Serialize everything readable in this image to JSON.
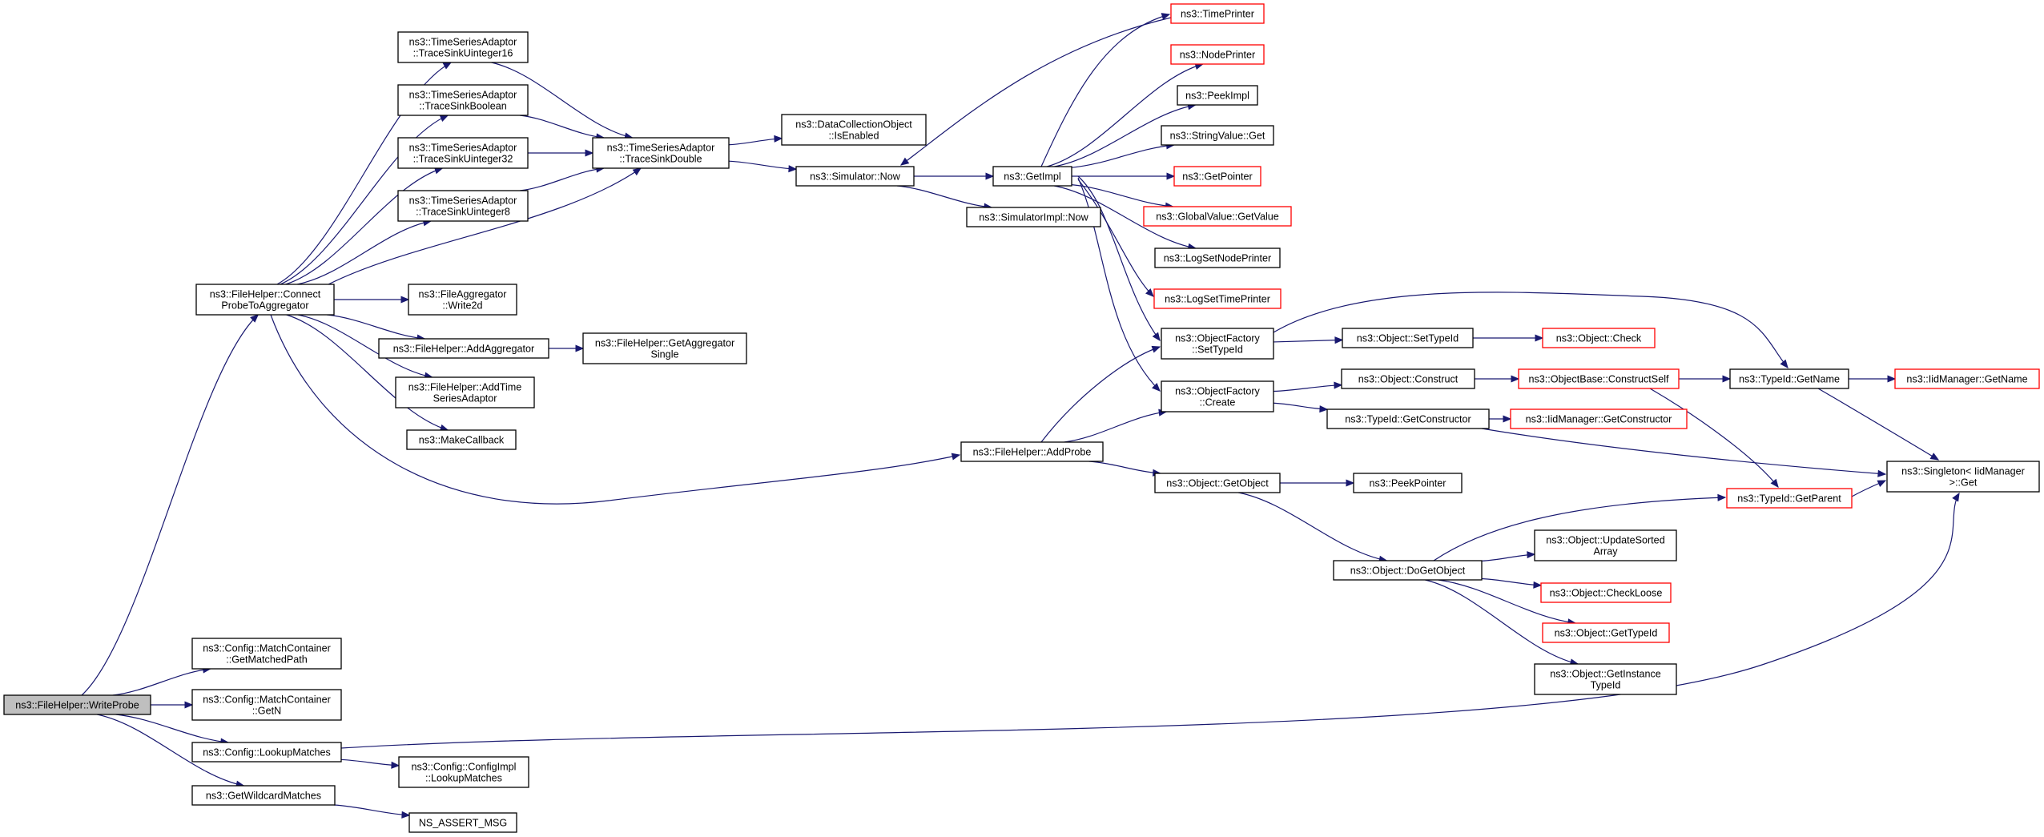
{
  "diagram": {
    "colors": {
      "edge": "#191970",
      "border_normal": "#000000",
      "border_truncated": "#ff0000",
      "fill_normal": "#ffffff",
      "fill_root": "#bfbfbf"
    },
    "nodes": [
      {
        "id": "writeprobe",
        "lines": [
          "ns3::FileHelper::WriteProbe"
        ],
        "kind": "root"
      },
      {
        "id": "connect",
        "lines": [
          "ns3::FileHelper::Connect",
          "ProbeToAggregator"
        ],
        "kind": "normal"
      },
      {
        "id": "getmatchedpath",
        "lines": [
          "ns3::Config::MatchContainer",
          "::GetMatchedPath"
        ],
        "kind": "normal"
      },
      {
        "id": "getn",
        "lines": [
          "ns3::Config::MatchContainer",
          "::GetN"
        ],
        "kind": "normal"
      },
      {
        "id": "lookupmatches",
        "lines": [
          "ns3::Config::LookupMatches"
        ],
        "kind": "normal"
      },
      {
        "id": "getwildcard",
        "lines": [
          "ns3::GetWildcardMatches"
        ],
        "kind": "normal"
      },
      {
        "id": "ts16",
        "lines": [
          "ns3::TimeSeriesAdaptor",
          "::TraceSinkUinteger16"
        ],
        "kind": "normal"
      },
      {
        "id": "tsbool",
        "lines": [
          "ns3::TimeSeriesAdaptor",
          "::TraceSinkBoolean"
        ],
        "kind": "normal"
      },
      {
        "id": "ts32",
        "lines": [
          "ns3::TimeSeriesAdaptor",
          "::TraceSinkUinteger32"
        ],
        "kind": "normal"
      },
      {
        "id": "ts8",
        "lines": [
          "ns3::TimeSeriesAdaptor",
          "::TraceSinkUinteger8"
        ],
        "kind": "normal"
      },
      {
        "id": "filewrite2d",
        "lines": [
          "ns3::FileAggregator",
          "::Write2d"
        ],
        "kind": "normal"
      },
      {
        "id": "addaggregator",
        "lines": [
          "ns3::FileHelper::AddAggregator"
        ],
        "kind": "normal"
      },
      {
        "id": "addtimeseries",
        "lines": [
          "ns3::FileHelper::AddTime",
          "SeriesAdaptor"
        ],
        "kind": "normal"
      },
      {
        "id": "makecallback",
        "lines": [
          "ns3::MakeCallback"
        ],
        "kind": "normal"
      },
      {
        "id": "configimpl",
        "lines": [
          "ns3::Config::ConfigImpl",
          "::LookupMatches"
        ],
        "kind": "normal"
      },
      {
        "id": "nsassert",
        "lines": [
          "NS_ASSERT_MSG"
        ],
        "kind": "normal"
      },
      {
        "id": "tsdouble",
        "lines": [
          "ns3::TimeSeriesAdaptor",
          "::TraceSinkDouble"
        ],
        "kind": "normal"
      },
      {
        "id": "dcoenabled",
        "lines": [
          "ns3::DataCollectionObject",
          "::IsEnabled"
        ],
        "kind": "normal"
      },
      {
        "id": "simnow",
        "lines": [
          "ns3::Simulator::Now"
        ],
        "kind": "normal"
      },
      {
        "id": "getaggsingle",
        "lines": [
          "ns3::FileHelper::GetAggregator",
          "Single"
        ],
        "kind": "normal"
      },
      {
        "id": "getimpl",
        "lines": [
          "ns3::GetImpl"
        ],
        "kind": "normal"
      },
      {
        "id": "simimplnow",
        "lines": [
          "ns3::SimulatorImpl::Now"
        ],
        "kind": "normal"
      },
      {
        "id": "addprobe",
        "lines": [
          "ns3::FileHelper::AddProbe"
        ],
        "kind": "normal"
      },
      {
        "id": "timeprinter",
        "lines": [
          "ns3::TimePrinter"
        ],
        "kind": "truncated"
      },
      {
        "id": "nodeprinter",
        "lines": [
          "ns3::NodePrinter"
        ],
        "kind": "truncated"
      },
      {
        "id": "peekimpl",
        "lines": [
          "ns3::PeekImpl"
        ],
        "kind": "normal"
      },
      {
        "id": "stringvalueget",
        "lines": [
          "ns3::StringValue::Get"
        ],
        "kind": "normal"
      },
      {
        "id": "getpointer",
        "lines": [
          "ns3::GetPointer"
        ],
        "kind": "truncated"
      },
      {
        "id": "globalvalue",
        "lines": [
          "ns3::GlobalValue::GetValue"
        ],
        "kind": "truncated"
      },
      {
        "id": "logsetnode",
        "lines": [
          "ns3::LogSetNodePrinter"
        ],
        "kind": "normal"
      },
      {
        "id": "logsettime",
        "lines": [
          "ns3::LogSetTimePrinter"
        ],
        "kind": "truncated"
      },
      {
        "id": "ofsettypeid",
        "lines": [
          "ns3::ObjectFactory",
          "::SetTypeId"
        ],
        "kind": "normal"
      },
      {
        "id": "ofcreate",
        "lines": [
          "ns3::ObjectFactory",
          "::Create"
        ],
        "kind": "normal"
      },
      {
        "id": "getobject",
        "lines": [
          "ns3::Object::GetObject"
        ],
        "kind": "normal"
      },
      {
        "id": "objsettypeid",
        "lines": [
          "ns3::Object::SetTypeId"
        ],
        "kind": "normal"
      },
      {
        "id": "objconstruct",
        "lines": [
          "ns3::Object::Construct"
        ],
        "kind": "normal"
      },
      {
        "id": "getconstructor",
        "lines": [
          "ns3::TypeId::GetConstructor"
        ],
        "kind": "normal"
      },
      {
        "id": "peekpointer",
        "lines": [
          "ns3::PeekPointer"
        ],
        "kind": "normal"
      },
      {
        "id": "dogetobject",
        "lines": [
          "ns3::Object::DoGetObject"
        ],
        "kind": "normal"
      },
      {
        "id": "objcheck",
        "lines": [
          "ns3::Object::Check"
        ],
        "kind": "truncated"
      },
      {
        "id": "constructself",
        "lines": [
          "ns3::ObjectBase::ConstructSelf"
        ],
        "kind": "truncated"
      },
      {
        "id": "iidgetconstructor",
        "lines": [
          "ns3::IidManager::GetConstructor"
        ],
        "kind": "truncated"
      },
      {
        "id": "updatesorted",
        "lines": [
          "ns3::Object::UpdateSorted",
          "Array"
        ],
        "kind": "normal"
      },
      {
        "id": "checkloose",
        "lines": [
          "ns3::Object::CheckLoose"
        ],
        "kind": "truncated"
      },
      {
        "id": "objgettypeid",
        "lines": [
          "ns3::Object::GetTypeId"
        ],
        "kind": "truncated"
      },
      {
        "id": "getinstance",
        "lines": [
          "ns3::Object::GetInstance",
          "TypeId"
        ],
        "kind": "normal"
      },
      {
        "id": "typeidgetname",
        "lines": [
          "ns3::TypeId::GetName"
        ],
        "kind": "normal"
      },
      {
        "id": "typeidgetparent",
        "lines": [
          "ns3::TypeId::GetParent"
        ],
        "kind": "truncated"
      },
      {
        "id": "iidgetname",
        "lines": [
          "ns3::IidManager::GetName"
        ],
        "kind": "truncated"
      },
      {
        "id": "singleton",
        "lines": [
          "ns3::Singleton< IidManager",
          ">::Get"
        ],
        "kind": "normal"
      }
    ],
    "edges": [
      {
        "from": "writeprobe",
        "to": "connect"
      },
      {
        "from": "writeprobe",
        "to": "getmatchedpath"
      },
      {
        "from": "writeprobe",
        "to": "getn"
      },
      {
        "from": "writeprobe",
        "to": "lookupmatches"
      },
      {
        "from": "writeprobe",
        "to": "getwildcard"
      },
      {
        "from": "connect",
        "to": "ts16"
      },
      {
        "from": "connect",
        "to": "tsbool"
      },
      {
        "from": "connect",
        "to": "ts32"
      },
      {
        "from": "connect",
        "to": "ts8"
      },
      {
        "from": "connect",
        "to": "tsdouble"
      },
      {
        "from": "connect",
        "to": "filewrite2d"
      },
      {
        "from": "connect",
        "to": "addaggregator"
      },
      {
        "from": "connect",
        "to": "addtimeseries"
      },
      {
        "from": "connect",
        "to": "makecallback"
      },
      {
        "from": "connect",
        "to": "addprobe"
      },
      {
        "from": "lookupmatches",
        "to": "configimpl"
      },
      {
        "from": "lookupmatches",
        "to": "singleton"
      },
      {
        "from": "getwildcard",
        "to": "nsassert"
      },
      {
        "from": "ts16",
        "to": "tsdouble"
      },
      {
        "from": "tsbool",
        "to": "tsdouble"
      },
      {
        "from": "ts32",
        "to": "tsdouble"
      },
      {
        "from": "ts8",
        "to": "tsdouble"
      },
      {
        "from": "tsdouble",
        "to": "dcoenabled"
      },
      {
        "from": "tsdouble",
        "to": "simnow"
      },
      {
        "from": "addaggregator",
        "to": "getaggsingle"
      },
      {
        "from": "simnow",
        "to": "getimpl"
      },
      {
        "from": "simnow",
        "to": "simimplnow"
      },
      {
        "from": "getimpl",
        "to": "timeprinter"
      },
      {
        "from": "getimpl",
        "to": "nodeprinter"
      },
      {
        "from": "getimpl",
        "to": "peekimpl"
      },
      {
        "from": "getimpl",
        "to": "stringvalueget"
      },
      {
        "from": "getimpl",
        "to": "getpointer"
      },
      {
        "from": "getimpl",
        "to": "globalvalue"
      },
      {
        "from": "getimpl",
        "to": "logsetnode"
      },
      {
        "from": "getimpl",
        "to": "logsettime"
      },
      {
        "from": "getimpl",
        "to": "ofsettypeid"
      },
      {
        "from": "getimpl",
        "to": "ofcreate"
      },
      {
        "from": "timeprinter",
        "to": "simnow"
      },
      {
        "from": "addprobe",
        "to": "ofsettypeid"
      },
      {
        "from": "addprobe",
        "to": "ofcreate"
      },
      {
        "from": "addprobe",
        "to": "getobject"
      },
      {
        "from": "ofsettypeid",
        "to": "objsettypeid"
      },
      {
        "from": "ofsettypeid",
        "to": "typeidgetname"
      },
      {
        "from": "ofcreate",
        "to": "objconstruct"
      },
      {
        "from": "ofcreate",
        "to": "getconstructor"
      },
      {
        "from": "objsettypeid",
        "to": "objcheck"
      },
      {
        "from": "objconstruct",
        "to": "constructself"
      },
      {
        "from": "getconstructor",
        "to": "iidgetconstructor"
      },
      {
        "from": "getconstructor",
        "to": "singleton"
      },
      {
        "from": "getobject",
        "to": "peekpointer"
      },
      {
        "from": "getobject",
        "to": "dogetobject"
      },
      {
        "from": "dogetobject",
        "to": "typeidgetparent"
      },
      {
        "from": "dogetobject",
        "to": "updatesorted"
      },
      {
        "from": "dogetobject",
        "to": "checkloose"
      },
      {
        "from": "dogetobject",
        "to": "objgettypeid"
      },
      {
        "from": "dogetobject",
        "to": "getinstance"
      },
      {
        "from": "constructself",
        "to": "typeidgetname"
      },
      {
        "from": "constructself",
        "to": "typeidgetparent"
      },
      {
        "from": "typeidgetname",
        "to": "iidgetname"
      },
      {
        "from": "typeidgetname",
        "to": "singleton"
      },
      {
        "from": "typeidgetparent",
        "to": "singleton"
      }
    ]
  }
}
